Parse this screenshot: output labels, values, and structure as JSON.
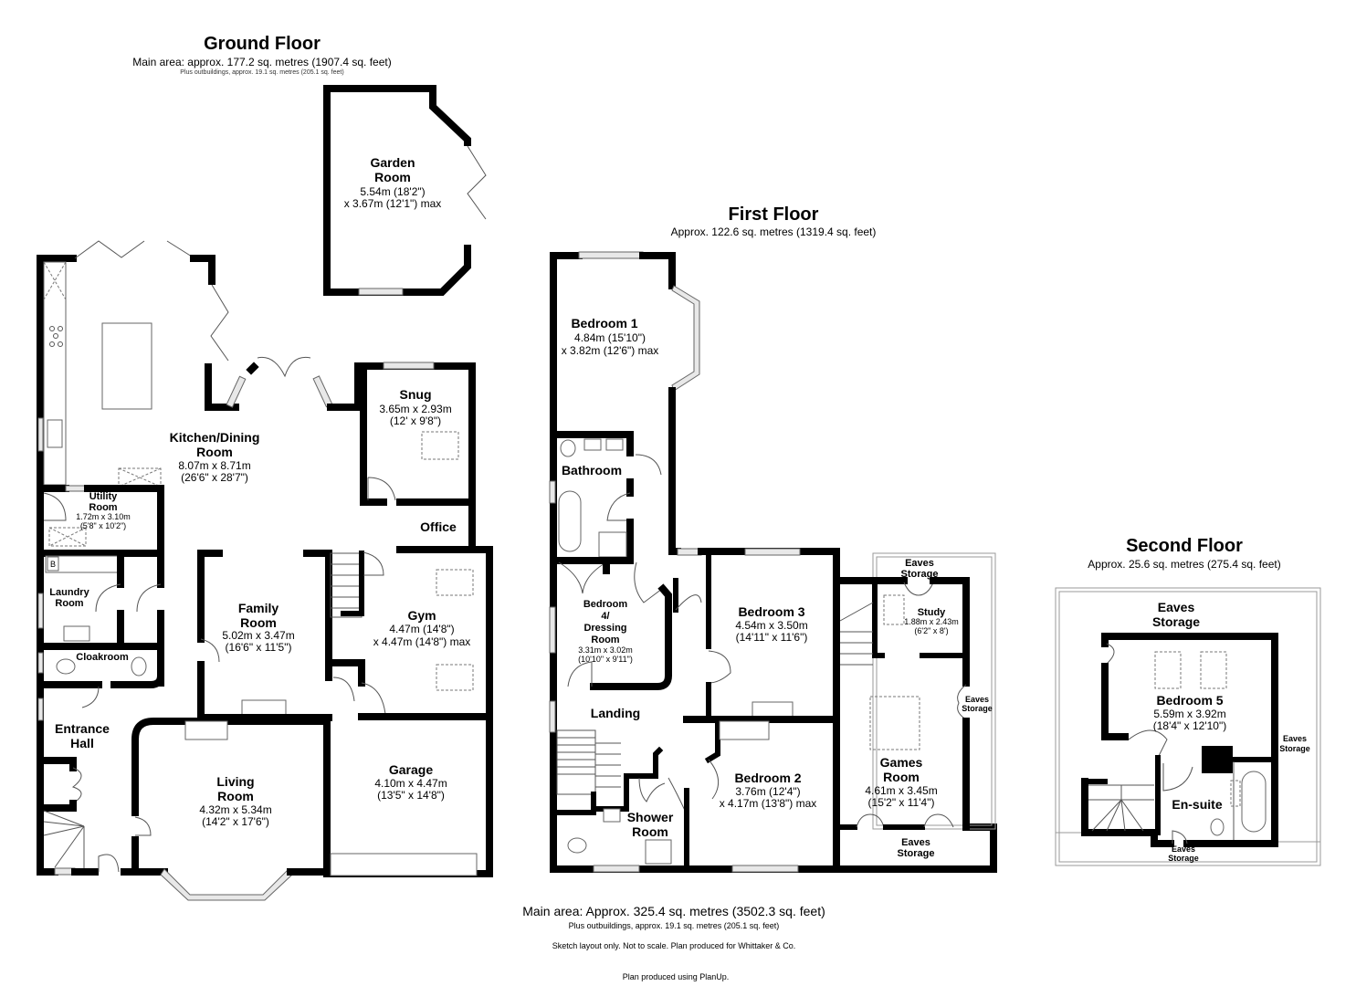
{
  "ground_floor": {
    "title": "Ground Floor",
    "main_area": "Main area: approx. 177.2 sq. metres (1907.4 sq. feet)",
    "outbuildings": "Plus outbuildings, approx. 19.1 sq. metres (205.1 sq. feet)",
    "rooms": {
      "garden_room": {
        "name_l1": "Garden",
        "name_l2": "Room",
        "dim_l1": "5.54m (18'2\")",
        "dim_l2": "x 3.67m (12'1\") max"
      },
      "kitchen": {
        "name_l1": "Kitchen/Dining",
        "name_l2": "Room",
        "dim_l1": "8.07m x 8.71m",
        "dim_l2": "(26'6\" x 28'7\")"
      },
      "snug": {
        "name_l1": "Snug",
        "dim_l1": "3.65m x 2.93m",
        "dim_l2": "(12' x 9'8\")"
      },
      "office": {
        "name_l1": "Office"
      },
      "utility": {
        "name_l1": "Utility",
        "name_l2": "Room",
        "dim_l1": "1.72m x 3.10m",
        "dim_l2": "(5'8\" x 10'2\")"
      },
      "laundry": {
        "name_l1": "Laundry",
        "name_l2": "Room"
      },
      "cloakroom": {
        "name_l1": "Cloakroom"
      },
      "family_room": {
        "name_l1": "Family",
        "name_l2": "Room",
        "dim_l1": "5.02m x 3.47m",
        "dim_l2": "(16'6\" x 11'5\")"
      },
      "gym": {
        "name_l1": "Gym",
        "dim_l1": "4.47m (14'8\")",
        "dim_l2": "x 4.47m (14'8\") max"
      },
      "entrance_hall": {
        "name_l1": "Entrance",
        "name_l2": "Hall"
      },
      "living_room": {
        "name_l1": "Living",
        "name_l2": "Room",
        "dim_l1": "4.32m x 5.34m",
        "dim_l2": "(14'2\" x 17'6\")"
      },
      "garage": {
        "name_l1": "Garage",
        "dim_l1": "4.10m x 4.47m",
        "dim_l2": "(13'5\" x 14'8\")"
      }
    },
    "boiler_label": "B"
  },
  "first_floor": {
    "title": "First Floor",
    "area": "Approx. 122.6 sq. metres (1319.4 sq. feet)",
    "rooms": {
      "bedroom1": {
        "name_l1": "Bedroom 1",
        "dim_l1": "4.84m (15'10\")",
        "dim_l2": "x 3.82m (12'6\") max"
      },
      "bathroom": {
        "name_l1": "Bathroom"
      },
      "bedroom4": {
        "name_l1": "Bedroom",
        "name_l2": "4/",
        "name_l3": "Dressing",
        "name_l4": "Room",
        "dim_l1": "3.31m x 3.02m",
        "dim_l2": "(10'10\" x 9'11\")"
      },
      "landing": {
        "name_l1": "Landing"
      },
      "bedroom3": {
        "name_l1": "Bedroom 3",
        "dim_l1": "4.54m x 3.50m",
        "dim_l2": "(14'11\" x 11'6\")"
      },
      "bedroom2": {
        "name_l1": "Bedroom 2",
        "dim_l1": "3.76m (12'4\")",
        "dim_l2": "x 4.17m (13'8\") max"
      },
      "shower_room": {
        "name_l1": "Shower",
        "name_l2": "Room"
      },
      "study": {
        "name_l1": "Study",
        "dim_l1": "1.88m x 2.43m",
        "dim_l2": "(6'2\" x 8')"
      },
      "games_room": {
        "name_l1": "Games",
        "name_l2": "Room",
        "dim_l1": "4.61m x 3.45m",
        "dim_l2": "(15'2\" x 11'4\")"
      },
      "eaves_top": {
        "name_l1": "Eaves",
        "name_l2": "Storage"
      },
      "eaves_right": {
        "name_l1": "Eaves",
        "name_l2": "Storage"
      },
      "eaves_bottom": {
        "name_l1": "Eaves",
        "name_l2": "Storage"
      }
    }
  },
  "second_floor": {
    "title": "Second Floor",
    "area": "Approx. 25.6 sq. metres (275.4 sq. feet)",
    "rooms": {
      "bedroom5": {
        "name_l1": "Bedroom 5",
        "dim_l1": "5.59m x 3.92m",
        "dim_l2": "(18'4\" x 12'10\")"
      },
      "ensuite": {
        "name_l1": "En-suite"
      },
      "eaves_top": {
        "name_l1": "Eaves",
        "name_l2": "Storage"
      },
      "eaves_right": {
        "name_l1": "Eaves",
        "name_l2": "Storage"
      },
      "eaves_bottom": {
        "name_l1": "Eaves",
        "name_l2": "Storage"
      }
    }
  },
  "footer": {
    "main_area": "Main area: Approx. 325.4 sq. metres (3502.3 sq. feet)",
    "outbuildings": "Plus outbuildings, approx. 19.1 sq. metres (205.1 sq. feet)",
    "disclaimer": "Sketch layout only. Not to scale. Plan produced for Whittaker & Co.",
    "credit": "Plan produced using PlanUp."
  }
}
